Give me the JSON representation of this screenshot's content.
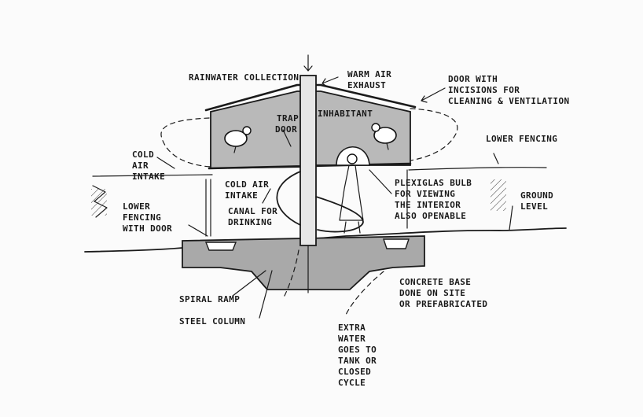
{
  "diagram": {
    "labels": {
      "rainwater_collection": "RAINWATER COLLECTION",
      "warm_air": [
        "WARM AIR",
        "EXHAUST"
      ],
      "door_with": [
        "DOOR WITH",
        "INCISIONS FOR",
        "CLEANING & VENTILATION"
      ],
      "trap_door": [
        "TRAP",
        "DOOR"
      ],
      "inhabitant": "INHABITANT",
      "lower_fencing_right": "LOWER FENCING",
      "cold_air_left": [
        "COLD",
        "AIR",
        "INTAKE"
      ],
      "cold_air_center": [
        "COLD AIR",
        "INTAKE"
      ],
      "plexiglas": [
        "PLEXIGLAS BULB",
        "FOR VIEWING",
        "THE INTERIOR",
        "ALSO OPENABLE"
      ],
      "ground_level": [
        "GROUND",
        "LEVEL"
      ],
      "lower_fencing_left": [
        "LOWER",
        "FENCING",
        "WITH DOOR"
      ],
      "canal": [
        "CANAL FOR",
        "DRINKING"
      ],
      "concrete": [
        "CONCRETE BASE",
        "DONE ON SITE",
        "OR PREFABRICATED"
      ],
      "spiral_ramp": "SPIRAL RAMP",
      "steel_column": "STEEL COLUMN",
      "extra_water": [
        "EXTRA",
        "WATER",
        "GOES TO",
        "TANK OR",
        "CLOSED",
        "CYCLE"
      ]
    }
  }
}
